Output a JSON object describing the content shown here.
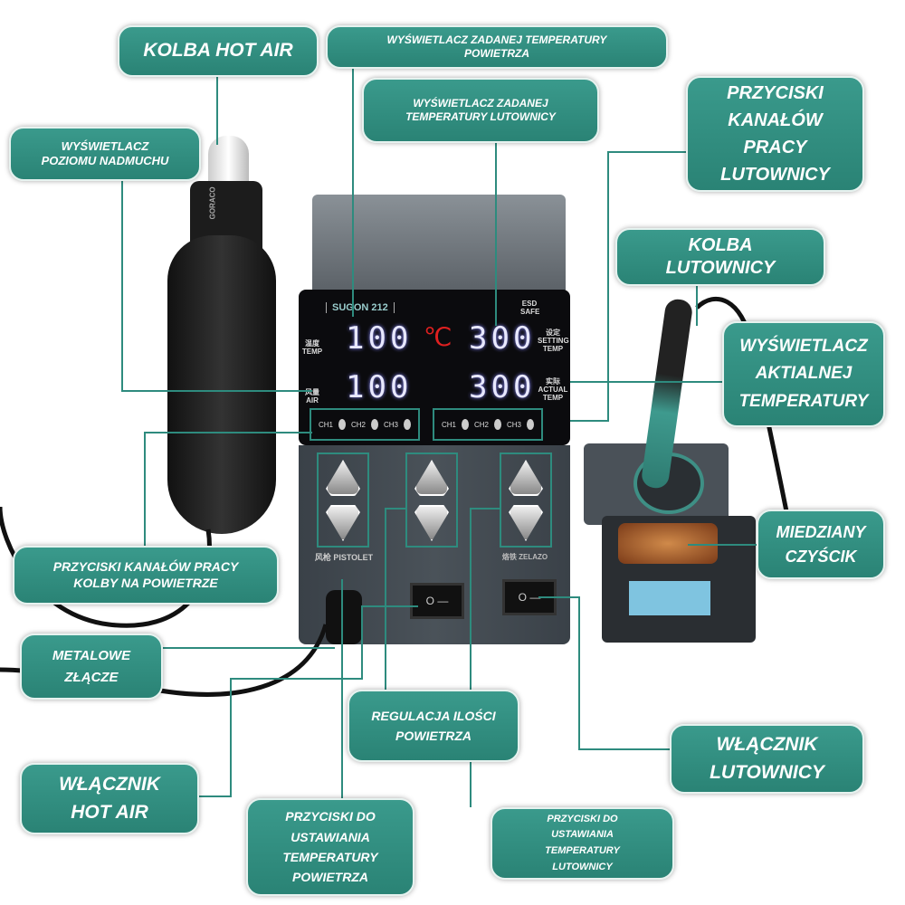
{
  "labels": {
    "hot_air_handle": "Kolba hot air",
    "air_set_display": "Wyświetlacz zadanej temperatury powietrza",
    "iron_set_display": "Wyświetlacz zadanej temperatury lutownicy",
    "iron_channel_buttons": "Przyciski kanałów pracy lutownicy",
    "airflow_display": "Wyświetlacz poziomu nadmuchu",
    "iron_handle": "Kolba lutownicy",
    "actual_temp_display": "Wyświetlacz aktialnej temperatury",
    "copper_cleaner": "Miedziany czyścik",
    "air_channel_buttons": "Przyciski kanałów pracy kolby na powietrze",
    "metal_connector": "Metalowe złącze",
    "airflow_regulation": "Regulacja ilości powietrza",
    "iron_switch": "Włącznik lutownicy",
    "hot_air_switch": "Włącznik hot air",
    "air_temp_buttons": "Przyciski do ustawiania temperatury powietrza",
    "iron_temp_buttons": "Przyciski do ustawiania temperatury lutownicy"
  },
  "device": {
    "model": "SUGON 212",
    "esd": "ESD SAFE",
    "air_temp": "100",
    "air_level": "100",
    "unit": "℃",
    "set_temp": "300",
    "actual_temp": "300",
    "temp_label": "温度 TEMP",
    "air_label": "风量 AIR",
    "setting_label": "设定 SETTING TEMP",
    "actual_label": "实际 ACTUAL TEMP",
    "channels": [
      "CH1",
      "CH2",
      "CH3"
    ],
    "pistolet": "风枪 PISTOLET",
    "zelazo": "烙铁 ZELAZO",
    "gun_brand": "GORACO"
  },
  "colors": {
    "teal": "#2e8b7e",
    "red_unit": "#e02020"
  }
}
